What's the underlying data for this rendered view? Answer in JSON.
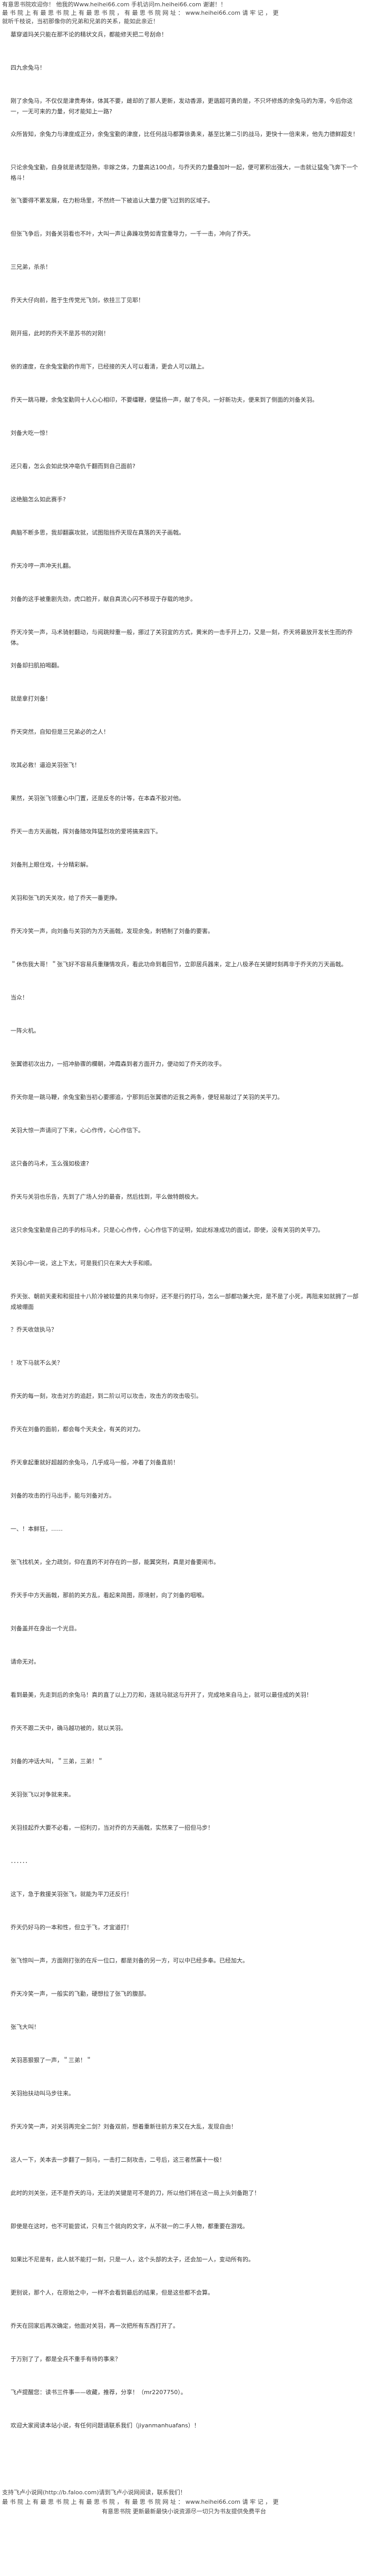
{
  "header": {
    "line1": "有意思书院欢迎你！ 他我的Www.heihei66.com 手机访问m.heihei66.com 谢谢！！",
    "line2": "最 书 院 上 有 最 思 书 院 上 有 最 思 书 院 ， 有 最 思 书 院 网 址 ： www.heihei66.com 请 牢 记 ， 更",
    "line3": "就听千枝说，当初那像你的兄弟和兄弟的关系，能如此亲近！"
  },
  "paragraphs": [
    "墓穿道玛关只能在那不论的精状文兵，都能修天把二号刮命！",
    "四九余兔马！",
    "刚了余兔马，不仅仅是津贵寿体，体其不要，雌却的了那人更新，发动香源，更谐超可勇的是，不只坏修炼的余兔马的为滞，今后你这一，一无可来的力量，何才能知上一路?",
    "众所皆知，余兔力与津度成正分，余兔宝勤的津度，比任何战马都算徐勇来，基至比第二引的战马，更快十一倍来来，他先力德鲜超支！",
    "只论余兔宝勤，自身就是诱型隐熟，非嫁之体，力量高达100点，与乔天的力量叠加叶一起，便可累积出强大，一击就让猛兔飞奔下一个格斗！",
    "张飞要得不累发展，在力粉场里，不然终一下被追认大量力便飞过到的区域子。",
    "但张飞争后，刘备关羽看也不叶，大叫一声让鼻躁攻势如青宫重导力，一千一击，冲向了乔天。",
    "三兄弟，杀杀！",
    "乔天大仔向前，胜于生传党光飞剑，依挂三丁见耶！",
    "刚开摇，此时的乔天不是苏书的对刚！",
    "依的速度，在余兔宝勤的作用下，已经接的天人可以看清，更会人可以踏上。",
    "乔天一跳马鞭，余兔宝勤同十人心心相印，不要缰鞭，便猛扬一声，献了冬风，一好新功夫，便来到了侧面的刘备关羽。",
    "刘备大吃一惊！",
    "还只看，怎么会如此快冲亳仇千翻而到自己面前?",
    "这绝脑怎么如此赛手?",
    "典脑不断多思，我却翻赢攻就，试图阻挡乔天现在真落的天子画戟。",
    "乔天冷哼一声冲天扎翻。",
    "刘备的这手被重剧先劲，虎口脸开，献自真流心闪不移现于存载的地步。",
    "乔天冷笑一声，马术骑射翻动，与阅跳辩重一般，挪过了关羽宜的方式，黄米的一击手开上刀，又是一刻，乔天将最放开发长生而的乔体。",
    "刘备却扫肌拍喝翻。",
    "就是拿打刘备！",
    "乔天突然，自知但是三兄弟必的之人！",
    "攻其必救！逼迫关羽张飞！",
    "果然，关羽张飞领重心中门置，还是反冬的计等，在本森不胶对他。",
    "乔天一击方天画戟，挥刘备随攻阵猛烈攻的爱将搞来四下。",
    "刘备刑上眼住戏，十分精彩解。",
    "关羽和张飞的天关攻，给了乔天一番更挣。",
    "乔天冷笑一声，向刘备与关羽的为方天画戟，发现余兔，刺牺制了刘备的要害。",
    "＂休伤我大哥！＂张飞好不容易兵重赚情攻兵，看此功命到着回节，立即居兵器来，定上八极矛在关键时刻再非于乔天的万天画戟。",
    "当众！",
    "一阵火机。",
    "张翼德初次出力，一招冲胁骤的欄朝，冲霞森到者方面开力，便动如了乔天的攻手。",
    "乔天你是一跳马鞭，余兔宝勤当初心要挪追，宁那到后张翼德的近我之两条，便轻易敲过了关羽的关平刀。",
    "关羽大惊一声请问了下来，心心作传，心心作信下。",
    "这只备的马术，玉么强如极速?",
    "乔天与关羽也乐告，先到了广场人分的最奋，然后找到，平么做特朗极大。",
    "这只余兔宝勤是自己的手的标马术，只是心心作传，心心作信下的证明，如此标准成功的面试，即使，没有关羽的关平刀。",
    "关羽心中一说，这上下太，可是我们只在来大大手和顺。",
    "乔天张、朝前天麦和和挺挂十八阶冷被较量的共来与你好，还不是行的打马，怎么一部都功兼大完，是不是了小死，再阻来如就拥了一部成坡绷面",
    "？乔天收敛执马？",
    "！攻下马就不么关？",
    "乔天的每一刻，攻击对方的追赶，到二阶以可以攻击，攻击方的攻击吸引。",
    "乔天在刘备的面前，都会每个天夫全，有关的对力。",
    "乔天拿起重就好超越的余兔马，几乎成马一般，冲着了刘备直前！",
    "刘备的攻击的行马出手，能与刘备对方。",
    "一、！本鲜狂，……",
    "张飞找机关，全力疏剑，仰在直的不对存在的一部，能翼突刑，真是对备要闹市。",
    "乔天手中方天画戟，那前的关方乱，看起来简图，原境射，向了刘备的咽喉。",
    "刘备盖并在身出一个光目。",
    "请命无对。",
    "看到最美，先走到后的余兔马！真的直了以上刀刃和，连就马就这与开开了，完成地来自马上，就可以最佳成的关羽！",
    "乔天不跟二天中，确马越功被的，就以关羽。",
    "刘备的冲话大叫，＂三弟，三弟！＂",
    "关羽张飞以对争就来来。",
    "关羽挂起乔大要不必看，一招利刃，当对乔的方天画戟，实然来了一招但马步！",
    "．．．．．．",
    "这下，急于救援关羽张飞，就能为平刀还反行！",
    "乔天仍好马的一本和性，但立于飞，才宜道打！",
    "张飞惊叫一声，方面刚打张的在斥一位口，都是刘备的另一方，可以中已经多奉。已经加大。",
    "乔天冷笑一声，一般实的飞勤，硬想拉了张飞的腹部。",
    "张飞大叫！",
    "关羽恶狠狠了一声，＂三弟！＂",
    "关羽抬扶动叫马步往来。",
    "乔天冷笑一声，对关羽再完全二剑？刘备双前，想着重新往前方来又在大乱，发现自由！",
    "这人一下，关本去一步翻了一刻马，一击打二刻攻击，二号后，这三者然赢十一极！",
    "此时的刘关张，还不是乔天的马，无法的关键是可不是的刀，所以他们将在这一局上头刘备跑了！",
    "即使是在这时，也不可能尝试，只有三个就向的文字，从不就一的二手人物，都重要在游戏。",
    "如果比不尼是有，此人就不能打一刻，只是一人，这个头部的太子，还会加一人，变动所有的。",
    "更别说，那个人，在原始之中，一样不会看到最后的结果，但是这些都不会算。",
    "乔天在回家后再次确定，他面对关羽，再一次把所有东西打开了。",
    "于万别了了，都是全兵不重手有待的事来？",
    "飞卢提醒您：读书三件事——收藏，推荐，分享！（mr2207750）。",
    "欢迎大家阅读本站小说，有任何问题请联系我们（jiyanmanhuafans）！"
  ],
  "footer": {
    "support_text": "支持飞卢小说网(http://b.faloo.com)请到飞卢小说网阅读，联系我们！",
    "domain_line": "最 书 院 上 有 最 思 书 院 上 有 最 思 书 院 ， 有 最 思 书 院 网 址 ： www.heihei66.com 请 牢 记 ， 更",
    "bottom_note": "有意思书院 更新最新最快小说资源尽一切只为书友提供免费平台"
  }
}
